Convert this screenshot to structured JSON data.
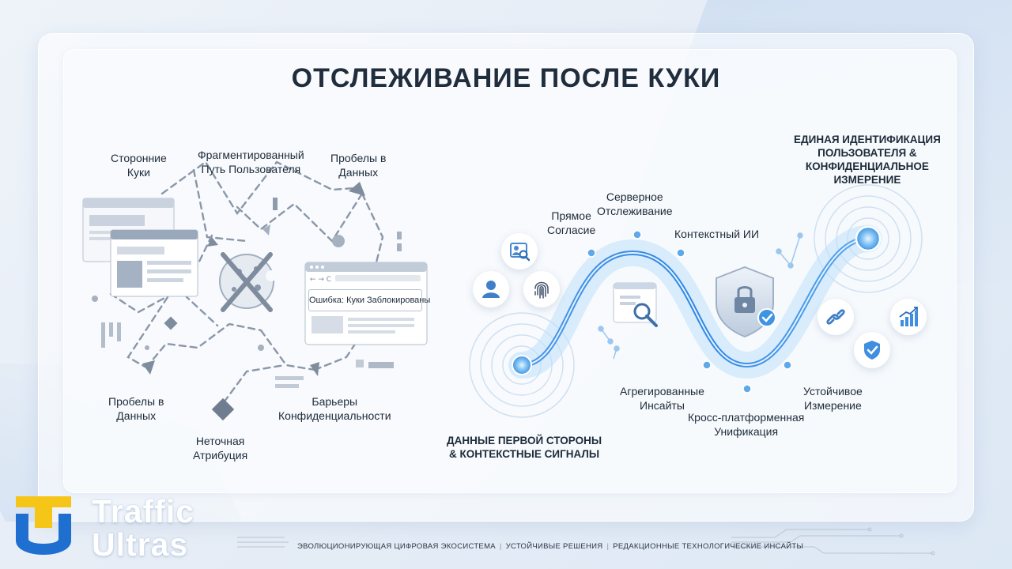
{
  "title": "ОТСЛЕЖИВАНИЕ ПОСЛЕ КУКИ",
  "left_panel": {
    "labels": {
      "third_party": "Сторонние\nКуки",
      "fragmented_path": "Фрагментированный\nПуть Пользователя",
      "gaps_top": "Пробелы в\nДанных",
      "gaps_bottom": "Пробелы в\nДанных",
      "inaccurate_attr": "Неточная\nАтрибуция",
      "privacy_barriers": "Барьеры\nКонфиденциальности"
    },
    "error_message": "Ошибка: Куки Заблокированы"
  },
  "right_panel": {
    "start_label": "ДАННЫЕ ПЕРВОЙ СТОРОНЫ\n& КОНТЕКСТНЫЕ СИГНАЛЫ",
    "end_label": "ЕДИНАЯ ИДЕНТИФИКАЦИЯ\nПОЛЬЗОВАТЕЛЯ &\nКОНФИДЕНЦИАЛЬНОЕ\nИЗМЕРЕНИЕ",
    "steps": {
      "direct_consent": "Прямое\nСогласие",
      "server_tracking": "Серверное\nОтслеживание",
      "contextual_ai": "Контекстный ИИ",
      "aggregated_insights": "Агрегированные\nИнсайты",
      "cross_platform": "Кросс-платформенная\nУнификация",
      "sustainable_measure": "Устойчивое\nИзмерение"
    },
    "icons": [
      "profile-search-icon",
      "user-icon",
      "fingerprint-icon",
      "search-document-icon",
      "shield-lock-icon",
      "link-icon",
      "shield-check-icon",
      "growth-chart-icon"
    ]
  },
  "footer": {
    "items": [
      "Эволюционирующая цифровая экосистема",
      "Устойчивые решения",
      "Редакционные технологические инсайты"
    ],
    "separator": "|"
  },
  "brand": {
    "line1": "Traffic",
    "line2": "Ultras",
    "accent_yellow": "#f5c518",
    "accent_blue": "#1f6fd1"
  },
  "colors": {
    "title": "#1f2d3d",
    "wave": "#3b8fe6",
    "dashed": "#8a97a8",
    "node": "#5fa9ea"
  }
}
